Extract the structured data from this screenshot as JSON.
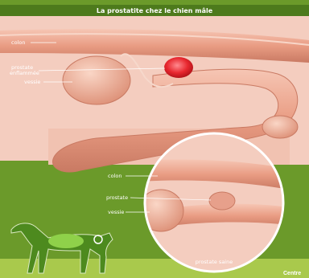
{
  "title": "La prostatite chez le chien mâle",
  "main_labels": {
    "colon": "colon",
    "prostate_line1": "prostate",
    "prostate_line2": "enflammée",
    "vessie": "vessie"
  },
  "inset_labels": {
    "colon": "colon",
    "prostate": "prostate",
    "vessie": "vessie",
    "caption": "prostate saine"
  },
  "logo_text": "Centre",
  "colors": {
    "background": "#6b9a2a",
    "title_bar": "#4d7a1c",
    "tissue": "#e9a48e",
    "tissue_dark": "#c97a63",
    "inflamed": "#e8282f",
    "dog_silhouette": "#4d8a1e"
  }
}
